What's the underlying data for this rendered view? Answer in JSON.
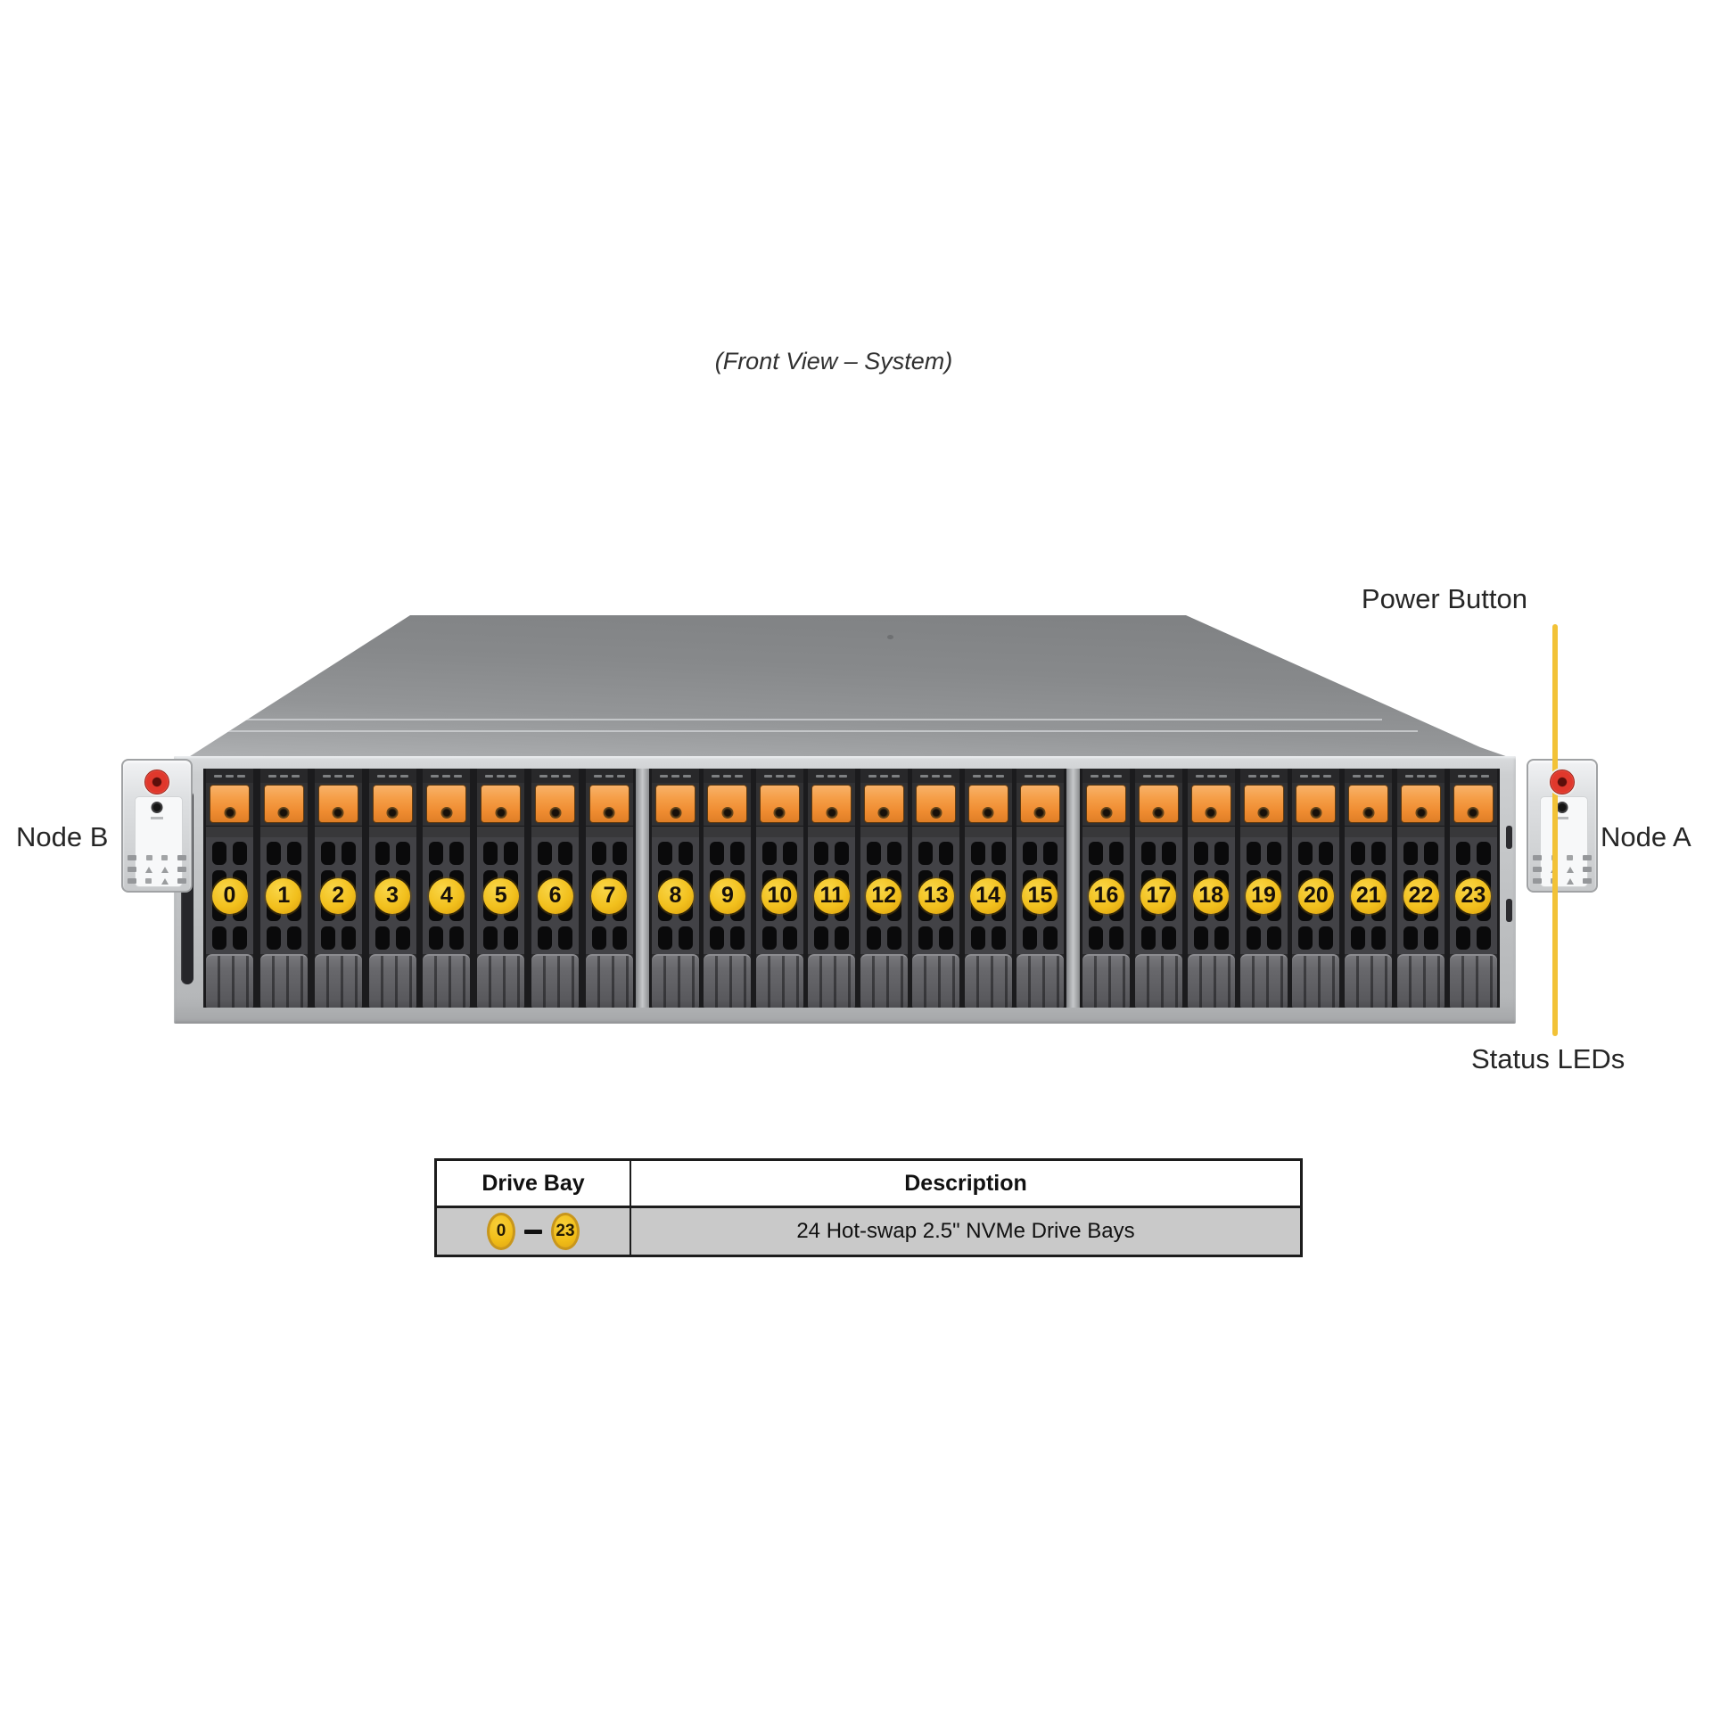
{
  "title": "(Front View – System)",
  "annotations": {
    "power_button": "Power Button",
    "node_b": "Node B",
    "node_a": "Node A",
    "status_leds": "Status LEDs"
  },
  "drive_bays": {
    "groups": [
      {
        "bays": [
          "0",
          "1",
          "2",
          "3",
          "4",
          "5",
          "6",
          "7"
        ]
      },
      {
        "bays": [
          "8",
          "9",
          "10",
          "11",
          "12",
          "13",
          "14",
          "15"
        ]
      },
      {
        "bays": [
          "16",
          "17",
          "18",
          "19",
          "20",
          "21",
          "22",
          "23"
        ]
      }
    ]
  },
  "table": {
    "headers": [
      "Drive Bay",
      "Description"
    ],
    "row": {
      "bay_start": "0",
      "bay_end": "23",
      "description": "24 Hot-swap 2.5\" NVMe Drive Bays"
    }
  },
  "icons": {
    "power_button": "red-power-circle",
    "reset_button": "black-dot",
    "status_leds": "led-grid",
    "latch_lock": "keyhole",
    "range_separator": "dash"
  },
  "colors": {
    "annotation_line": "#F2C237",
    "bay_badge": "#F2C01D",
    "latch_orange": "#EF8C31",
    "power_button": "#E0382C",
    "table_row_bg": "#C9C9C9"
  }
}
